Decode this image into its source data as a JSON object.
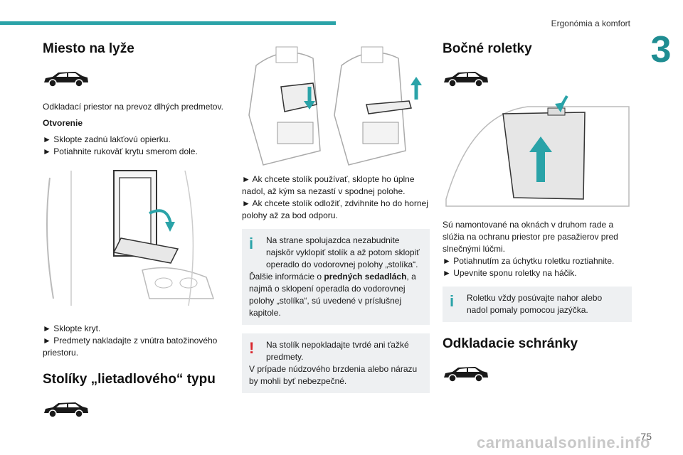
{
  "header": {
    "section": "Ergonómia a komfort",
    "chapter": "3"
  },
  "col1": {
    "title": "Miesto na lyže",
    "intro": "Odkladací priestor na prevoz dlhých predmetov.",
    "subhead": "Otvorenie",
    "steps": [
      "► Sklopte zadnú lakťovú opierku.",
      "► Potiahnite rukoväť krytu smerom dole."
    ],
    "steps2": [
      "► Sklopte kryt.",
      "► Predmety nakladajte z vnútra batožinového priestoru."
    ],
    "title2": "Stolíky „lietadlového“ typu"
  },
  "col2": {
    "steps": [
      "► Ak chcete stolík používať, sklopte ho úplne nadol, až kým sa nezastí v spodnej polohe.",
      "► Ak chcete stolík odložiť, zdvihnite ho do hornej polohy až za bod odporu."
    ],
    "info": {
      "mark": "i",
      "line1": "Na strane spolujazdca nezabudnite najskôr vyklopiť stolík a až potom sklopiť operadlo do vodorovnej polohy „stolíka“.",
      "line2_pre": "Ďalšie informácie o ",
      "line2_bold": "predných sedadlách",
      "line2_post": ", a najmä o sklopení operadla do vodorovnej polohy „stolíka“, sú uvedené v príslušnej kapitole."
    },
    "warning": {
      "mark": "!",
      "line1": "Na stolík nepokladajte tvrdé ani ťažké predmety.",
      "line2": "V prípade núdzového brzdenia alebo nárazu by mohli byť nebezpečné."
    }
  },
  "col3": {
    "title": "Bočné roletky",
    "text": "Sú namontované na oknách v druhom rade a slúžia na ochranu priestor pre pasažierov pred slnečnými lúčmi.",
    "steps": [
      "► Potiahnutím za úchytku roletku roztiahnite.",
      "► Upevnite sponu roletky na háčik."
    ],
    "info": {
      "mark": "i",
      "text": "Roletku vždy posúvajte nahor alebo nadol pomaly pomocou jazýčka."
    },
    "title2": "Odkladacie schránky"
  },
  "footer": {
    "page": "75",
    "watermark": "carmanualsonline.info"
  },
  "colors": {
    "accent": "#2aa3a8",
    "chapter": "#1f8d92",
    "warning": "#d9262c",
    "box": "#eef0f2"
  }
}
